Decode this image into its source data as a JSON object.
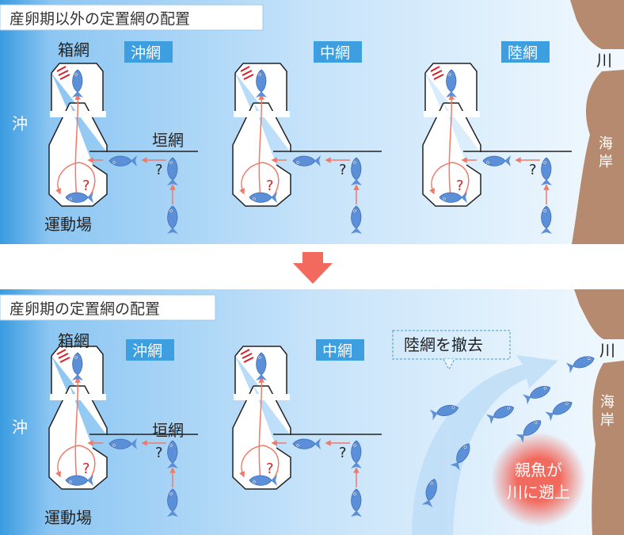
{
  "top_panel": {
    "title": "産卵期以外の定置網の配置",
    "offshore": "沖",
    "river": "川",
    "coast": "海岸",
    "nets": [
      {
        "tag": "沖網",
        "box_net": "箱網",
        "leader_net": "垣網",
        "playground": "運動場"
      },
      {
        "tag": "中網"
      },
      {
        "tag": "陸網"
      }
    ]
  },
  "bottom_panel": {
    "title": "産卵期の定置網の配置",
    "offshore": "沖",
    "river": "川",
    "coast": "海岸",
    "nets": [
      {
        "tag": "沖網",
        "box_net": "箱網",
        "leader_net": "垣網",
        "playground": "運動場"
      },
      {
        "tag": "中網"
      }
    ],
    "callout": "陸網を撤去",
    "bubble_line1": "親魚が",
    "bubble_line2": "川に遡上"
  },
  "colors": {
    "sea_deep": "#3a9be0",
    "sea_light": "#eef7fd",
    "land": "#b58a6e",
    "arrow_red": "#f06a5a",
    "tag_bg": "#3d9ee0"
  }
}
